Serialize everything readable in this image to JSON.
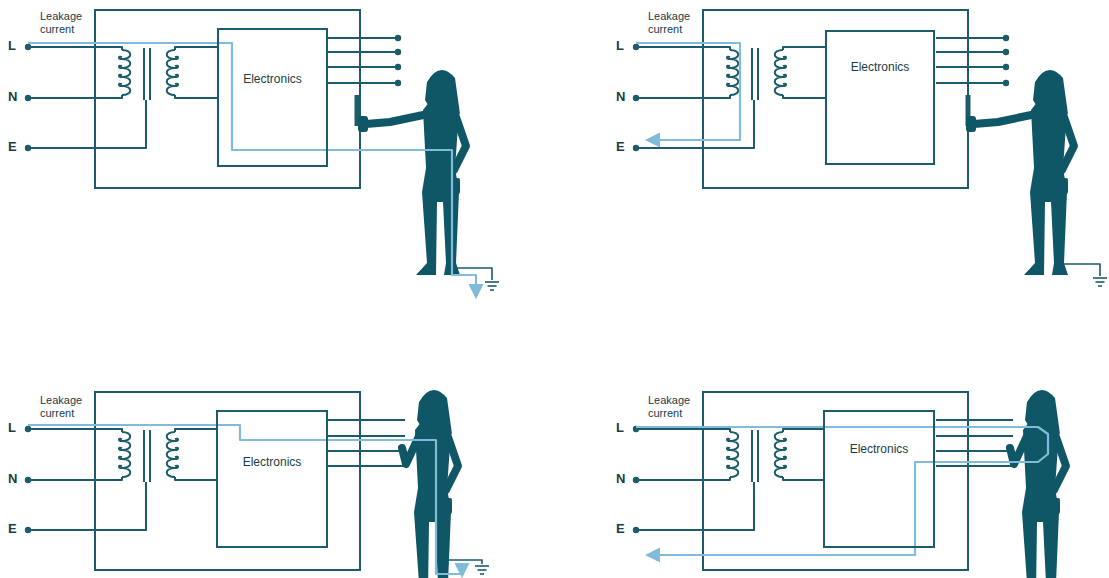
{
  "diagram": {
    "nodes": [
      {
        "text": [
          "Electronics"
        ]
      },
      {
        "text": [
          "Electronics"
        ]
      },
      {
        "text": [
          "Electronics"
        ]
      },
      {
        "text": [
          "Electronics"
        ]
      }
    ],
    "labels": [
      "Leakage current",
      "L",
      "N",
      "E",
      "Leakage current",
      "L",
      "N",
      "E",
      "Leakage current",
      "L",
      "N",
      "E",
      "Leakage current",
      "L",
      "N",
      "E"
    ]
  }
}
